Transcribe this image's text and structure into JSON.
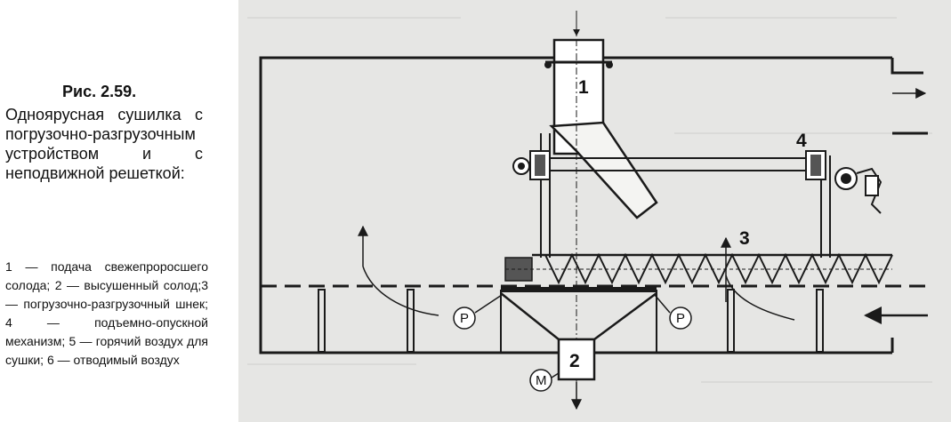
{
  "caption": {
    "title": "Рис. 2.59.",
    "subtitle": "Одноярусная сушилка с погрузочно-разгрузочным устройством и с неподвижной решеткой:",
    "legend": "1 — подача свежепроросшего солода; 2 — высушенный солод;3 — погрузочно-разгрузочный шнек; 4 — подъемно-опускной механизм; 5 — горячий воздух для сушки; 6 — отводимый воздух"
  },
  "diagram": {
    "labels": {
      "n1": "1",
      "n2": "2",
      "n3": "3",
      "n4": "4",
      "p_left": "P",
      "p_right": "P",
      "motor": "M"
    }
  },
  "colors": {
    "diagram_bg": "#e6e6e4",
    "line": "#1a1a1a",
    "motor_fill": "#555555"
  }
}
